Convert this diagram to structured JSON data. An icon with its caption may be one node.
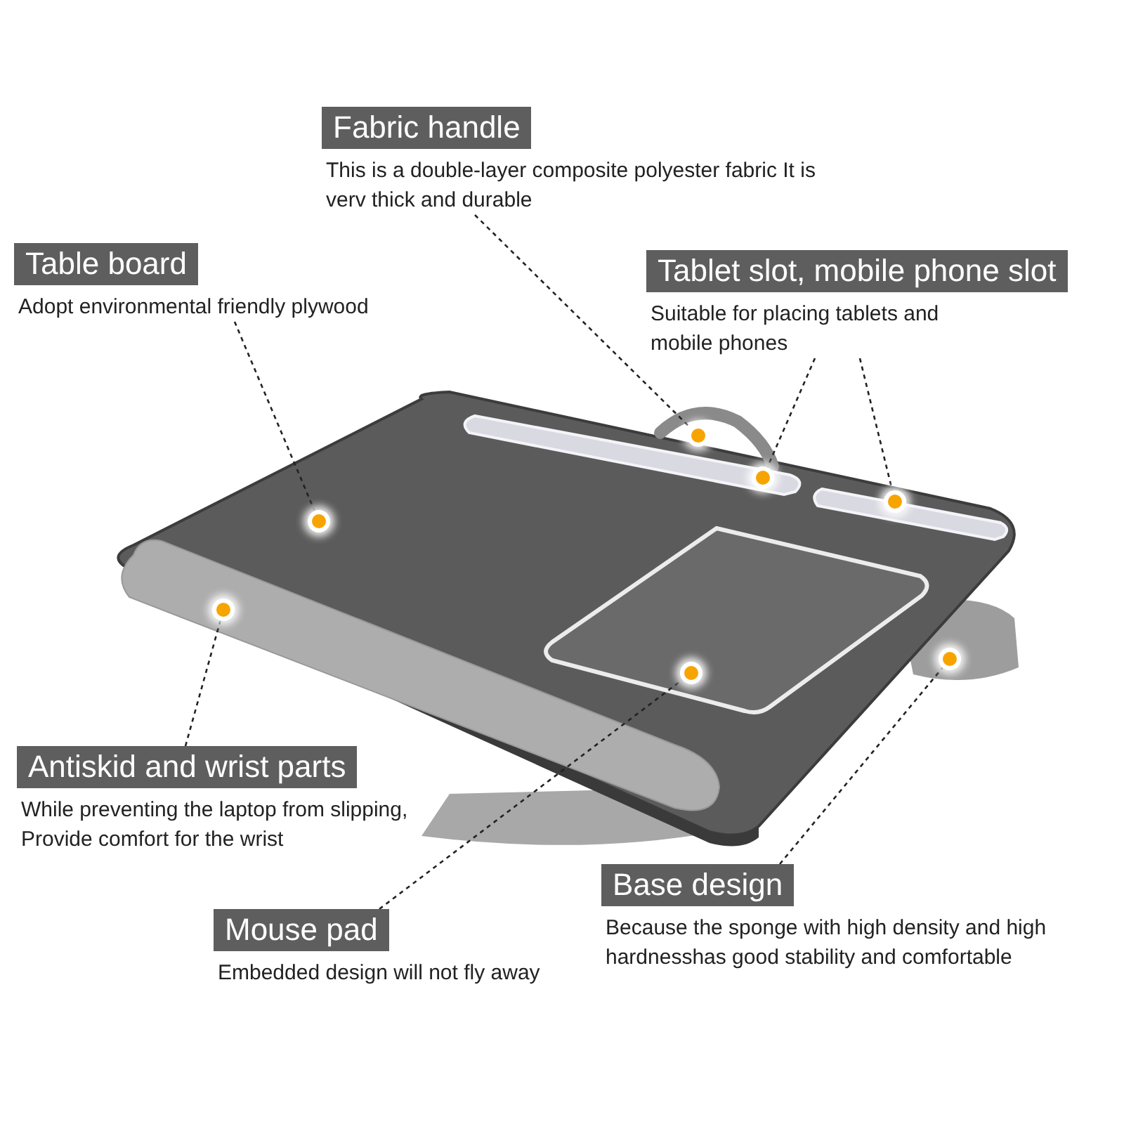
{
  "diagram": {
    "nodes": [
      {
        "text": [
          "Fabric handle",
          "This is a double-layer composite polyester fabric It is verv thick and durable"
        ]
      },
      {
        "text": [
          "Table board",
          "Adopt environmental friendly plywood"
        ]
      },
      {
        "text": [
          "Tablet slot, mobile phone slot",
          "Suitable for placing tablets and mobile phones"
        ]
      },
      {
        "text": [
          "Antiskid and wrist parts",
          "While preventing the laptop from slipping, Provide comfort for the wrist"
        ]
      },
      {
        "text": [
          "Mouse pad",
          "Embedded design will not fly away"
        ]
      },
      {
        "text": [
          "Base design",
          "Because the sponge with high density and high hardnesshas good stability and comfortable"
        ]
      },
      {
        "text": [],
        "shape": "circle"
      },
      {
        "text": [],
        "shape": "circle"
      },
      {
        "text": [],
        "shape": "circle"
      },
      {
        "text": [],
        "shape": "circle"
      },
      {
        "text": [],
        "shape": "circle"
      },
      {
        "text": [],
        "shape": "circle"
      },
      {
        "text": [],
        "shape": "circle"
      }
    ],
    "edges": [
      {
        "from": 0,
        "to": 9,
        "arrow": "none",
        "style": "dashed"
      },
      {
        "from": 1,
        "to": 7,
        "arrow": "none",
        "style": "dashed"
      },
      {
        "from": 2,
        "to": 10,
        "arrow": "none",
        "style": "dashed"
      },
      {
        "from": 2,
        "to": 11,
        "arrow": "none",
        "style": "dashed"
      },
      {
        "from": 3,
        "to": 6,
        "arrow": "none",
        "style": "dashed"
      },
      {
        "from": 4,
        "to": 8,
        "arrow": "none",
        "style": "dashed"
      },
      {
        "from": 5,
        "to": 12,
        "arrow": "none",
        "style": "dashed"
      }
    ]
  }
}
